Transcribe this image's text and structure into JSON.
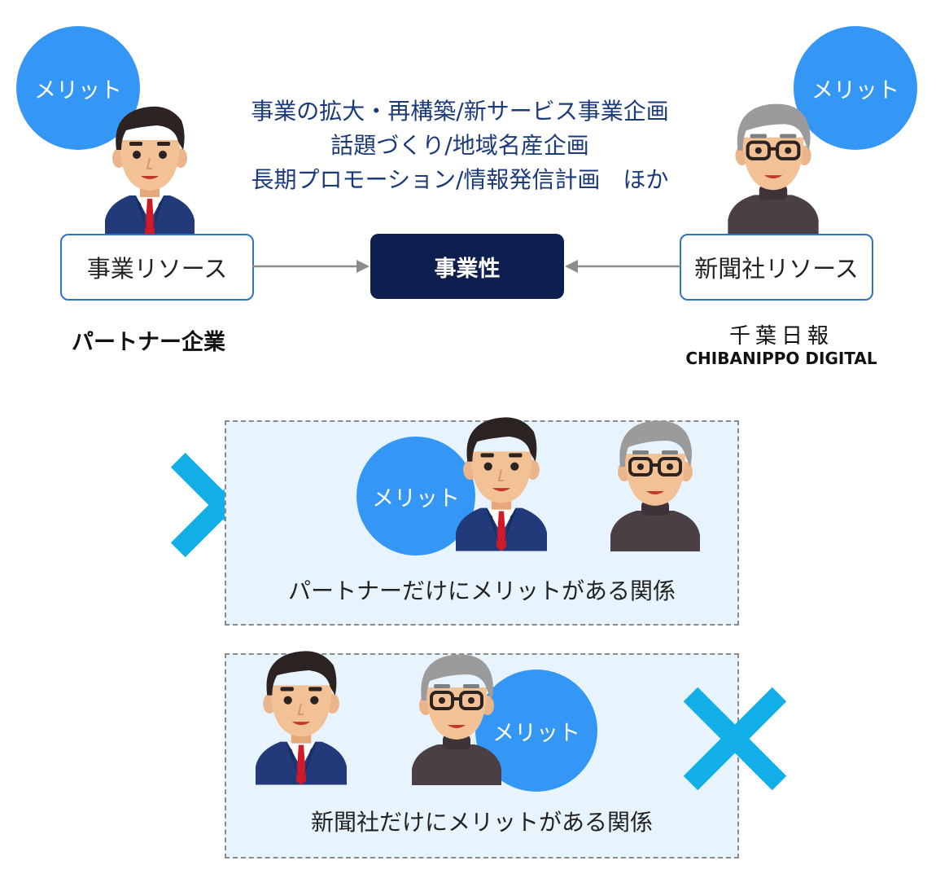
{
  "merit_label": "メリット",
  "description": {
    "line1": "事業の拡大・再構築/新サービス事業企画",
    "line2": "話題づくり/地域名産企画",
    "line3": "長期プロモーション/情報発信計画　ほか"
  },
  "left_resource": "事業リソース",
  "center_label": "事業性",
  "right_resource": "新聞社リソース",
  "partner_label": "パートナー企業",
  "brand": {
    "kanji": "千葉日報",
    "name": "CHIBANIPPO DIGITAL"
  },
  "panel1_caption": "パートナーだけにメリットがある関係",
  "panel2_caption": "新聞社だけにメリットがある関係",
  "colors": {
    "merit_blue": "#3597f5",
    "center_navy": "#0d1e4f",
    "x_mark": "#11aee8",
    "panel_bg": "#e8f4fd",
    "desc_text": "#1b3a7a"
  }
}
